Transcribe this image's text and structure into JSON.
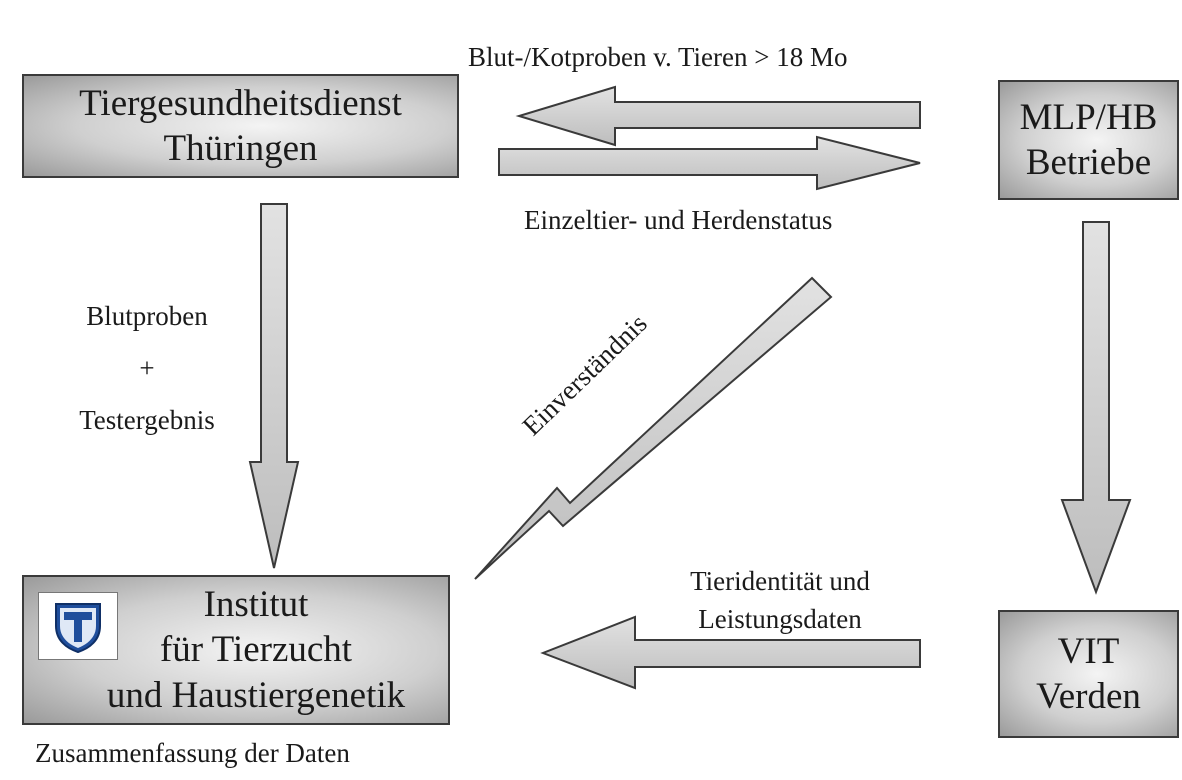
{
  "boxes": {
    "tiergesundheitsdienst": {
      "line1": "Tiergesundheitsdienst",
      "line2": "Thüringen"
    },
    "mlp_hb": {
      "line1": "MLP/HB",
      "line2": "Betriebe"
    },
    "institut": {
      "line1": "Institut",
      "line2": "für Tierzucht",
      "line3": "und Haustiergenetik"
    },
    "vit": {
      "line1": "VIT",
      "line2": "Verden"
    }
  },
  "labels": {
    "samples_top": "Blut-/Kotproben v. Tieren > 18 Mo",
    "status": "Einzeltier- und Herdenstatus",
    "blood_line1": "Blutproben",
    "blood_plus": "+",
    "blood_line2": "Testergebnis",
    "consent": "Einverständnis",
    "identity_line1": "Tieridentität und",
    "identity_line2": "Leistungsdaten",
    "summary": "Zusammenfassung der Daten"
  },
  "colors": {
    "arrow_fill": "#cfcfcf",
    "arrow_stroke": "#3a3a3a",
    "box_border": "#3a3a3a",
    "logo_blue": "#1f4e9c"
  },
  "icons": {
    "logo": "institute-shield-logo"
  }
}
